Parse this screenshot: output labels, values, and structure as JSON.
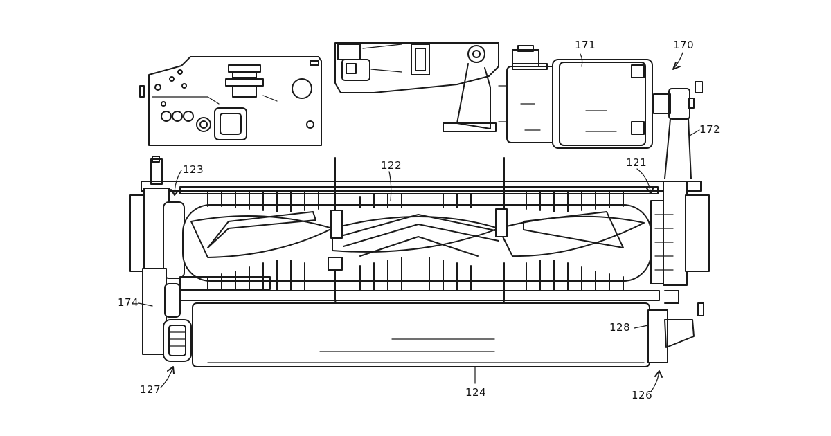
{
  "figure": {
    "reference_numerals": {
      "housing": "170",
      "motor": "171",
      "drive_belt_right": "172",
      "drive_belt_left": "174",
      "brushroll_right_end": "121",
      "brushroll_center": "122",
      "brushroll_left_end": "123",
      "roller": "124",
      "right_end_assembly": "126",
      "left_end_assembly": "127",
      "roller_end_cap": "128"
    }
  }
}
